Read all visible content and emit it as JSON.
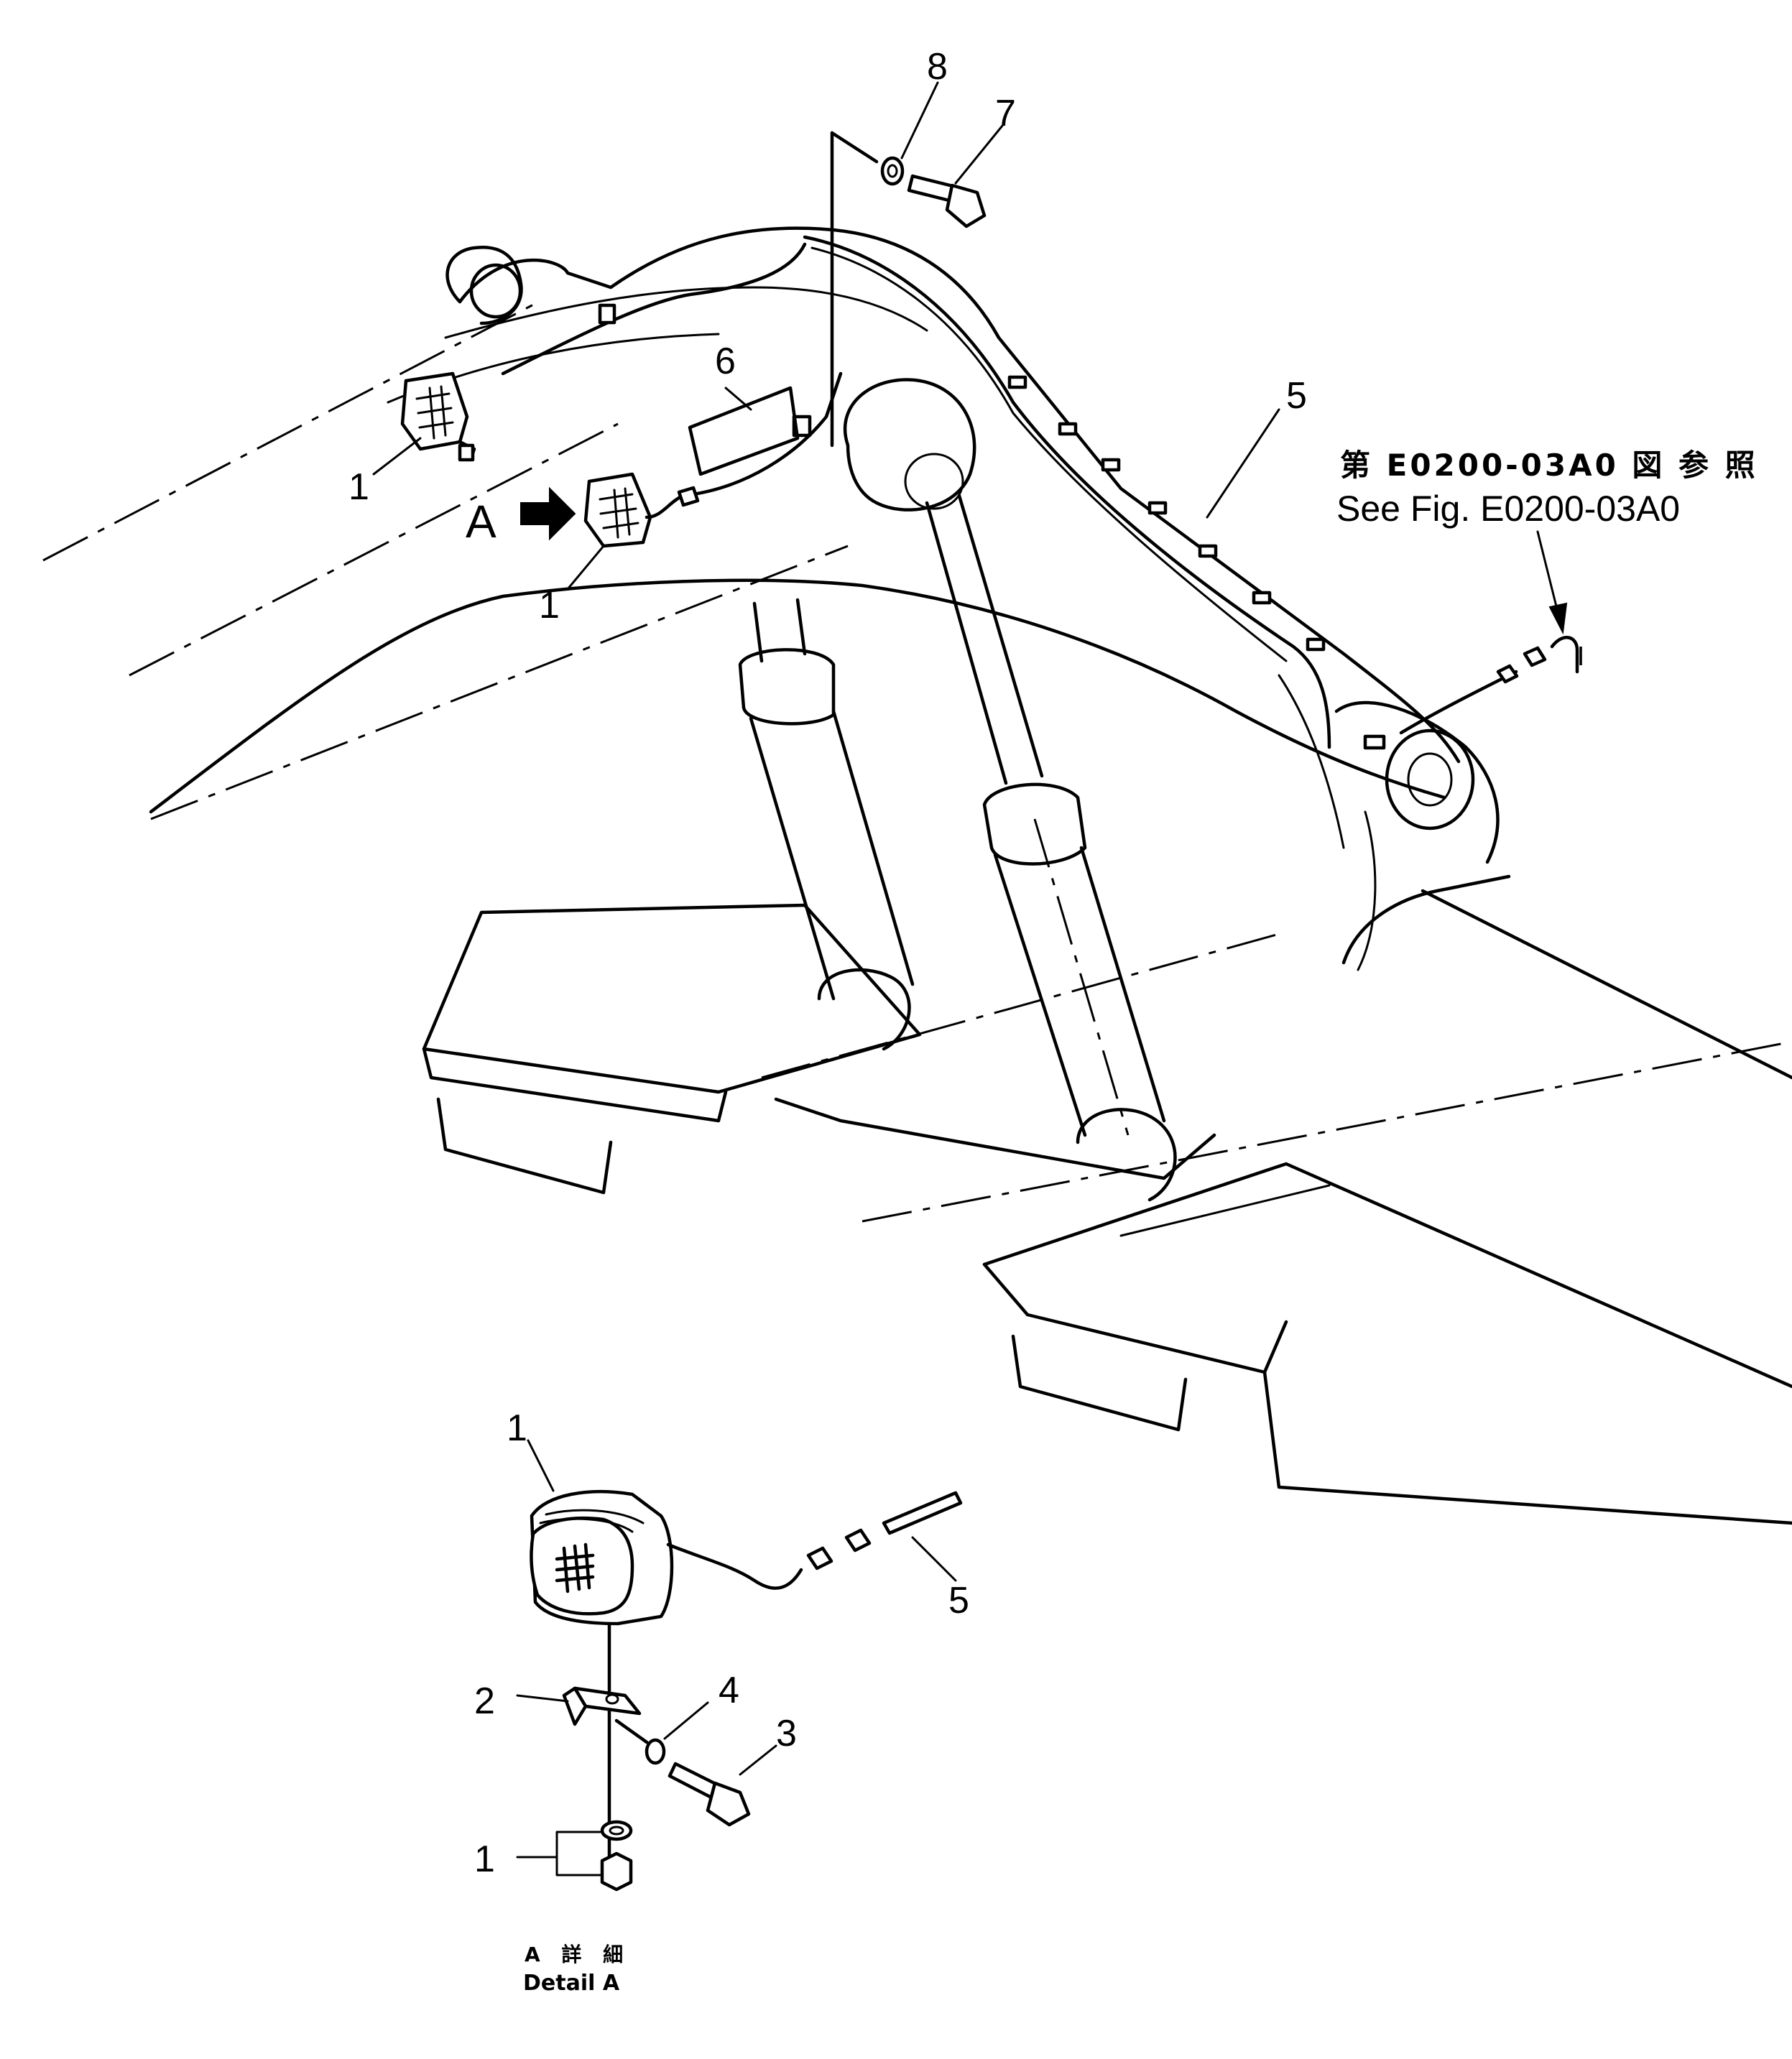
{
  "callouts": {
    "c1_upper": "1",
    "c1_middle": "1",
    "c6": "6",
    "c8": "8",
    "c7": "7",
    "c5_upper": "5",
    "c1_detail_lamp": "1",
    "c5_detail": "5",
    "c2": "2",
    "c4": "4",
    "c3": "3",
    "c1_detail_nut": "1"
  },
  "view_marker": "A",
  "reference": {
    "jp": "第 E0200-03A0 図 参 照",
    "en": "See Fig. E0200-03A0"
  },
  "detail_caption": {
    "jp": "A 詳 細",
    "en": "Detail A"
  }
}
